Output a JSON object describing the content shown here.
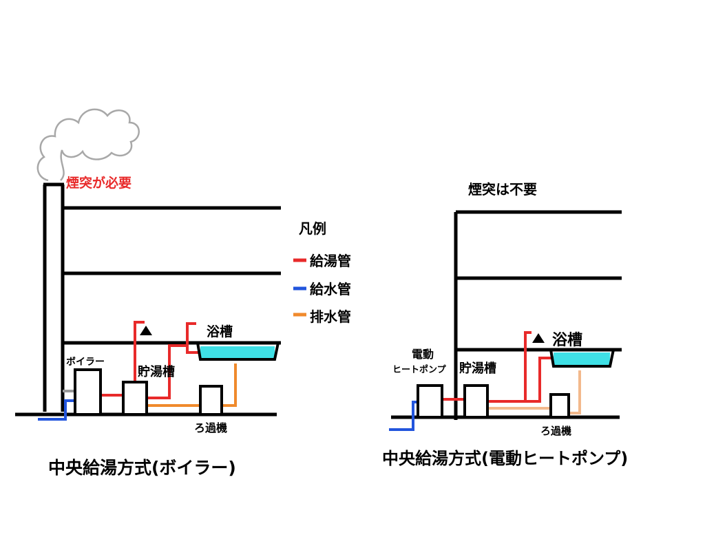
{
  "left": {
    "chimney_note": "煙突が必要",
    "boiler_label": "ボイラー",
    "storage_label": "貯湯槽",
    "bath_label": "浴槽",
    "filter_label": "ろ過機",
    "caption": "中央給湯方式(ボイラー)"
  },
  "right": {
    "chimney_note": "煙突は不要",
    "heatpump_label_line1": "電動",
    "heatpump_label_line2": "ヒートポンプ",
    "storage_label": "貯湯槽",
    "bath_label": "浴槽",
    "filter_label": "ろ過機",
    "caption": "中央給湯方式(電動ヒートポンプ)"
  },
  "legend": {
    "title": "凡例",
    "items": [
      {
        "label": "給湯管",
        "color": "#e82a2a"
      },
      {
        "label": "給水管",
        "color": "#2255dd"
      },
      {
        "label": "排水管",
        "color": "#f08a2c"
      }
    ]
  },
  "colors": {
    "line": "#000000",
    "hot_pipe": "#e82a2a",
    "water_pipe": "#2255dd",
    "drain_pipe": "#f08a2c",
    "drain_pipe_light": "#f3b98c",
    "bath_water": "#3fe0e6",
    "smoke": "#a8a8a8",
    "chimney_note": "#e82a2a"
  },
  "icons": [
    "smoke-cloud-icon",
    "shower-head-icon"
  ]
}
